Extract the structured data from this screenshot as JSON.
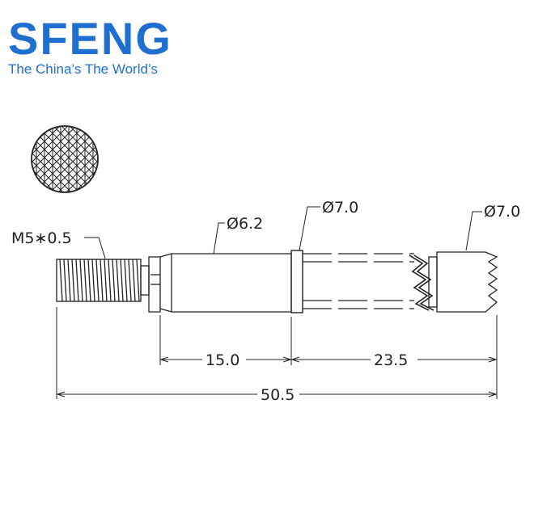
{
  "brand": {
    "logo_text": "SFENG",
    "tagline": "The China’s  The World’s",
    "logo_color": "#1f6fd1",
    "tagline_color": "#1f6fd1"
  },
  "drawing": {
    "line_color": "#222222",
    "labels": {
      "thread": "M5∗0.5",
      "body_diameter": "Ø6.2",
      "collar_diameter": "Ø7.0",
      "tip_diameter": "Ø7.0",
      "dim_body_length": "15.0",
      "dim_plunger_length": "23.5",
      "dim_total_length": "50.5"
    },
    "tip_icon": "crown-serrated-tip-icon"
  }
}
